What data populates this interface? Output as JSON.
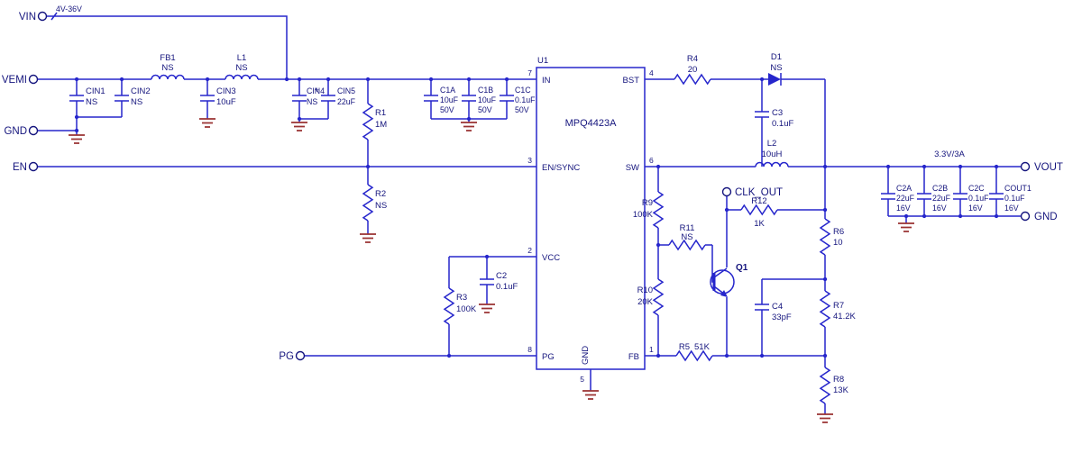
{
  "colors": {
    "wire": "#2626cc",
    "ground": "#9a3232",
    "text": "#14147d",
    "background": "#ffffff"
  },
  "terminals": {
    "vin": "VIN",
    "vin_note": "4V-36V",
    "vemi": "VEMI",
    "gnd_left": "GND",
    "en": "EN",
    "pg": "PG",
    "clk_out": "CLK_OUT",
    "vout": "VOUT",
    "vout_note": "3.3V/3A",
    "gnd_right": "GND"
  },
  "ic": {
    "ref": "U1",
    "part": "MPQ4423A",
    "pins": {
      "in": {
        "num": "7",
        "name": "IN"
      },
      "bst": {
        "num": "4",
        "name": "BST"
      },
      "en_sync": {
        "num": "3",
        "name": "EN/SYNC"
      },
      "sw": {
        "num": "6",
        "name": "SW"
      },
      "vcc": {
        "num": "2",
        "name": "VCC"
      },
      "pg": {
        "num": "8",
        "name": "PG"
      },
      "gnd": {
        "num": "5",
        "name": "GND"
      },
      "fb": {
        "num": "1",
        "name": "FB"
      }
    }
  },
  "components": {
    "cin1": {
      "ref": "CIN1",
      "value": "NS"
    },
    "cin2": {
      "ref": "CIN2",
      "value": "NS"
    },
    "fb1": {
      "ref": "FB1",
      "value": "NS"
    },
    "cin3": {
      "ref": "CIN3",
      "value": "10uF"
    },
    "l1": {
      "ref": "L1",
      "value": "NS"
    },
    "cin4": {
      "ref": "CIN4",
      "value": "NS"
    },
    "cin5": {
      "ref": "CIN5",
      "value": "22uF",
      "polarity": "+"
    },
    "r1": {
      "ref": "R1",
      "value": "1M"
    },
    "r2": {
      "ref": "R2",
      "value": "NS"
    },
    "c1a": {
      "ref": "C1A",
      "value": "10uF",
      "rating": "50V"
    },
    "c1b": {
      "ref": "C1B",
      "value": "10uF",
      "rating": "50V"
    },
    "c1c": {
      "ref": "C1C",
      "value": "0.1uF",
      "rating": "50V"
    },
    "r3": {
      "ref": "R3",
      "value": "100K"
    },
    "c2": {
      "ref": "C2",
      "value": "0.1uF"
    },
    "r4": {
      "ref": "R4",
      "value": "20"
    },
    "d1": {
      "ref": "D1",
      "value": "NS"
    },
    "c3": {
      "ref": "C3",
      "value": "0.1uF"
    },
    "l2": {
      "ref": "L2",
      "value": "10uH"
    },
    "r9": {
      "ref": "R9",
      "value": "100K"
    },
    "r10": {
      "ref": "R10",
      "value": "20K"
    },
    "r11": {
      "ref": "R11",
      "value": "NS"
    },
    "r12": {
      "ref": "R12",
      "value": "1K"
    },
    "q1": {
      "ref": "Q1"
    },
    "c4": {
      "ref": "C4",
      "value": "33pF"
    },
    "r5": {
      "ref": "R5",
      "value": "51K"
    },
    "r6": {
      "ref": "R6",
      "value": "10"
    },
    "r7": {
      "ref": "R7",
      "value": "41.2K"
    },
    "r8": {
      "ref": "R8",
      "value": "13K"
    },
    "c2a": {
      "ref": "C2A",
      "value": "22uF",
      "rating": "16V"
    },
    "c2b": {
      "ref": "C2B",
      "value": "22uF",
      "rating": "16V"
    },
    "c2c": {
      "ref": "C2C",
      "value": "0.1uF",
      "rating": "16V"
    },
    "cout1": {
      "ref": "COUT1",
      "value": "0.1uF",
      "rating": "16V"
    }
  }
}
